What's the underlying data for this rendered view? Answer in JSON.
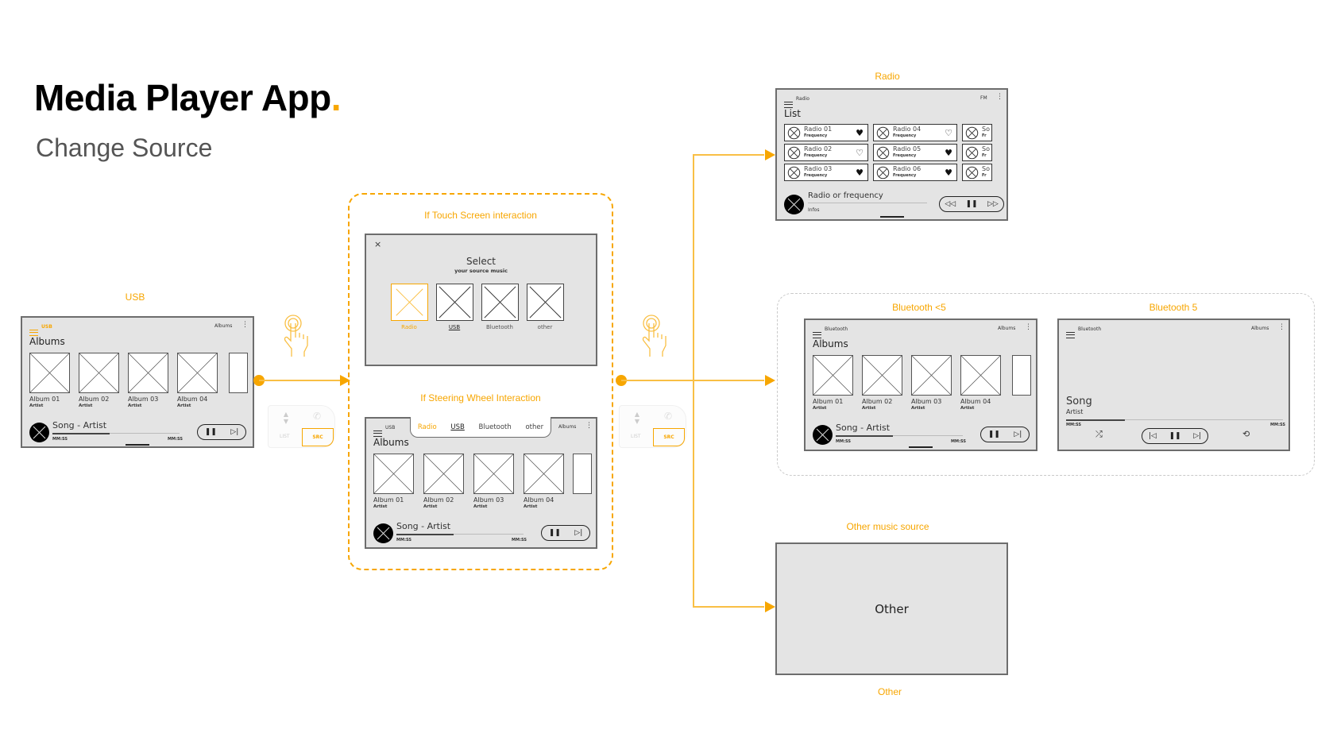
{
  "header": {
    "title": "Media Player App",
    "title_dot": ".",
    "subtitle": "Change Source"
  },
  "colors": {
    "accent": "#f7a600",
    "screen_bg": "#e4e4e4",
    "screen_border": "#6d6d6d"
  },
  "usb_screen": {
    "label": "USB",
    "source": "USB",
    "view_menu": "Albums",
    "heading": "Albums",
    "albums": [
      {
        "name": "Album 01",
        "artist": "Artist"
      },
      {
        "name": "Album 02",
        "artist": "Artist"
      },
      {
        "name": "Album 03",
        "artist": "Artist"
      },
      {
        "name": "Album 04",
        "artist": "Artist"
      }
    ],
    "now_playing": "Song - Artist",
    "time_elapsed": "MM:SS",
    "time_total": "MM:SS",
    "progress": 0.45
  },
  "steering_control": {
    "list_label": "LIST",
    "src_label": "SRC",
    "icons": [
      "up-down-arrows-icon",
      "phone-icon"
    ]
  },
  "touch_panel": {
    "label": "If Touch Screen interaction",
    "title": "Select",
    "subtitle": "your source music",
    "options": [
      {
        "label": "Radio",
        "state": "highlighted"
      },
      {
        "label": "USB",
        "state": "current"
      },
      {
        "label": "Bluetooth",
        "state": "normal"
      },
      {
        "label": "other",
        "state": "normal"
      }
    ]
  },
  "wheel_panel": {
    "label": "If Steering Wheel Interaction",
    "source": "USB",
    "tabs": [
      {
        "label": "Radio",
        "state": "highlighted"
      },
      {
        "label": "USB",
        "state": "current"
      },
      {
        "label": "Bluetooth",
        "state": "normal"
      },
      {
        "label": "other",
        "state": "normal"
      }
    ],
    "view_menu": "Albums",
    "heading": "Albums",
    "albums": [
      {
        "name": "Album 01",
        "artist": "Artist"
      },
      {
        "name": "Album 02",
        "artist": "Artist"
      },
      {
        "name": "Album 03",
        "artist": "Artist"
      },
      {
        "name": "Album 04",
        "artist": "Artist"
      }
    ],
    "now_playing": "Song - Artist",
    "time_elapsed": "MM:SS",
    "time_total": "MM:SS",
    "progress": 0.45
  },
  "radio_screen": {
    "label": "Radio",
    "source": "Radio",
    "band": "FM",
    "heading": "List",
    "stations": [
      {
        "name": "Radio 01",
        "sub": "Frequency",
        "favorite": true
      },
      {
        "name": "Radio 02",
        "sub": "Frequency",
        "favorite": false
      },
      {
        "name": "Radio 03",
        "sub": "Frequency",
        "favorite": true
      },
      {
        "name": "Radio 04",
        "sub": "Frequency",
        "favorite": false
      },
      {
        "name": "Radio 05",
        "sub": "Frequency",
        "favorite": true
      },
      {
        "name": "Radio 06",
        "sub": "Frequency",
        "favorite": true
      },
      {
        "name": "So",
        "sub": "Fr",
        "favorite": null
      },
      {
        "name": "So",
        "sub": "Fr",
        "favorite": null
      },
      {
        "name": "So",
        "sub": "Fr",
        "favorite": null
      }
    ],
    "now_playing": "Radio or frequency",
    "now_playing_sub": "Infos"
  },
  "bt_old_screen": {
    "label": "Bluetooth <5",
    "source": "Bluetooth",
    "view_menu": "Albums",
    "heading": "Albums",
    "albums": [
      {
        "name": "Album 01",
        "artist": "Artist"
      },
      {
        "name": "Album 02",
        "artist": "Artist"
      },
      {
        "name": "Album 03",
        "artist": "Artist"
      },
      {
        "name": "Album 04",
        "artist": "Artist"
      }
    ],
    "now_playing": "Song - Artist",
    "time_elapsed": "MM:SS",
    "time_total": "MM:SS",
    "progress": 0.45
  },
  "bt5_screen": {
    "label": "Bluetooth 5",
    "source": "Bluetooth",
    "view_menu": "Albums",
    "song": "Song",
    "artist": "Artist",
    "time_elapsed": "MM:SS",
    "time_total": "MM:SS",
    "progress": 0.27
  },
  "other_screen": {
    "label_top": "Other music source",
    "content": "Other",
    "label_bottom": "Other"
  }
}
